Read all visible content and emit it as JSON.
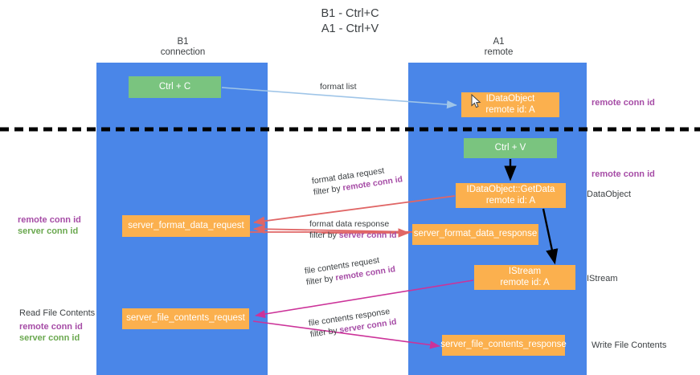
{
  "title": {
    "line1": "B1 - Ctrl+C",
    "line2": "A1 - Ctrl+V"
  },
  "lanes": [
    {
      "id": "b1",
      "line1": "B1",
      "line2": "connection",
      "color": "#4a86e8"
    },
    {
      "id": "a1",
      "line1": "A1",
      "line2": "remote",
      "color": "#4a86e8"
    }
  ],
  "colors": {
    "lane": "#4a86e8",
    "green_box": "#7ac47f",
    "orange_box": "#fbb04e",
    "purple_text": "#a64ca6",
    "green_text": "#6aa84f",
    "red_arrow": "#e06666",
    "magenta_arrow": "#cc3399",
    "blue_arrow": "#9fc5e8",
    "black_arrow": "#000000",
    "divider": "#000000"
  },
  "boxes": {
    "ctrl_c": {
      "line1": "Ctrl + C",
      "line2": ""
    },
    "idataobject": {
      "line1": "IDataObject",
      "line2": "remote id: A"
    },
    "ctrl_v": {
      "line1": "Ctrl + V",
      "line2": ""
    },
    "getdata": {
      "line1": "IDataObject::GetData",
      "line2": "remote id: A"
    },
    "server_format_data_request": {
      "line1": "server_format_data_request",
      "line2": ""
    },
    "server_format_data_response": {
      "line1": "server_format_data_response",
      "line2": ""
    },
    "istream": {
      "line1": "IStream",
      "line2": "remote id: A"
    },
    "server_file_contents_request": {
      "line1": "server_file_contents_request",
      "line2": ""
    },
    "server_file_contents_response": {
      "line1": "server_file_contents_response",
      "line2": ""
    }
  },
  "edge_labels": {
    "format_list": {
      "line1": "format list",
      "filter_prefix": "",
      "filter_value": ""
    },
    "format_data_request": {
      "line1": "format data request",
      "filter_prefix": "filter by ",
      "filter_value": "remote conn id"
    },
    "format_data_response": {
      "line1": "format data response",
      "filter_prefix": "filter by ",
      "filter_value": "server conn id"
    },
    "file_contents_request": {
      "line1": "file contents request",
      "filter_prefix": "filter by ",
      "filter_value": "remote conn id"
    },
    "file_contents_response": {
      "line1": "file contents response",
      "filter_prefix": "filter by ",
      "filter_value": "server conn id"
    }
  },
  "annotations": {
    "right_remote_conn_id_top": "remote conn id",
    "right_remote_conn_id_mid": "remote conn id",
    "right_dataobject": "DataObject",
    "right_istream": "IStream",
    "right_write_file_contents": "Write File Contents",
    "left_remote_conn_id_mid": "remote conn id",
    "left_server_conn_id_mid": "server conn id",
    "left_read_file_contents": "Read File Contents",
    "left_remote_conn_id_bottom": "remote conn id",
    "left_server_conn_id_bottom": "server conn id"
  },
  "icons": {
    "cursor": "mouse-cursor-icon"
  }
}
